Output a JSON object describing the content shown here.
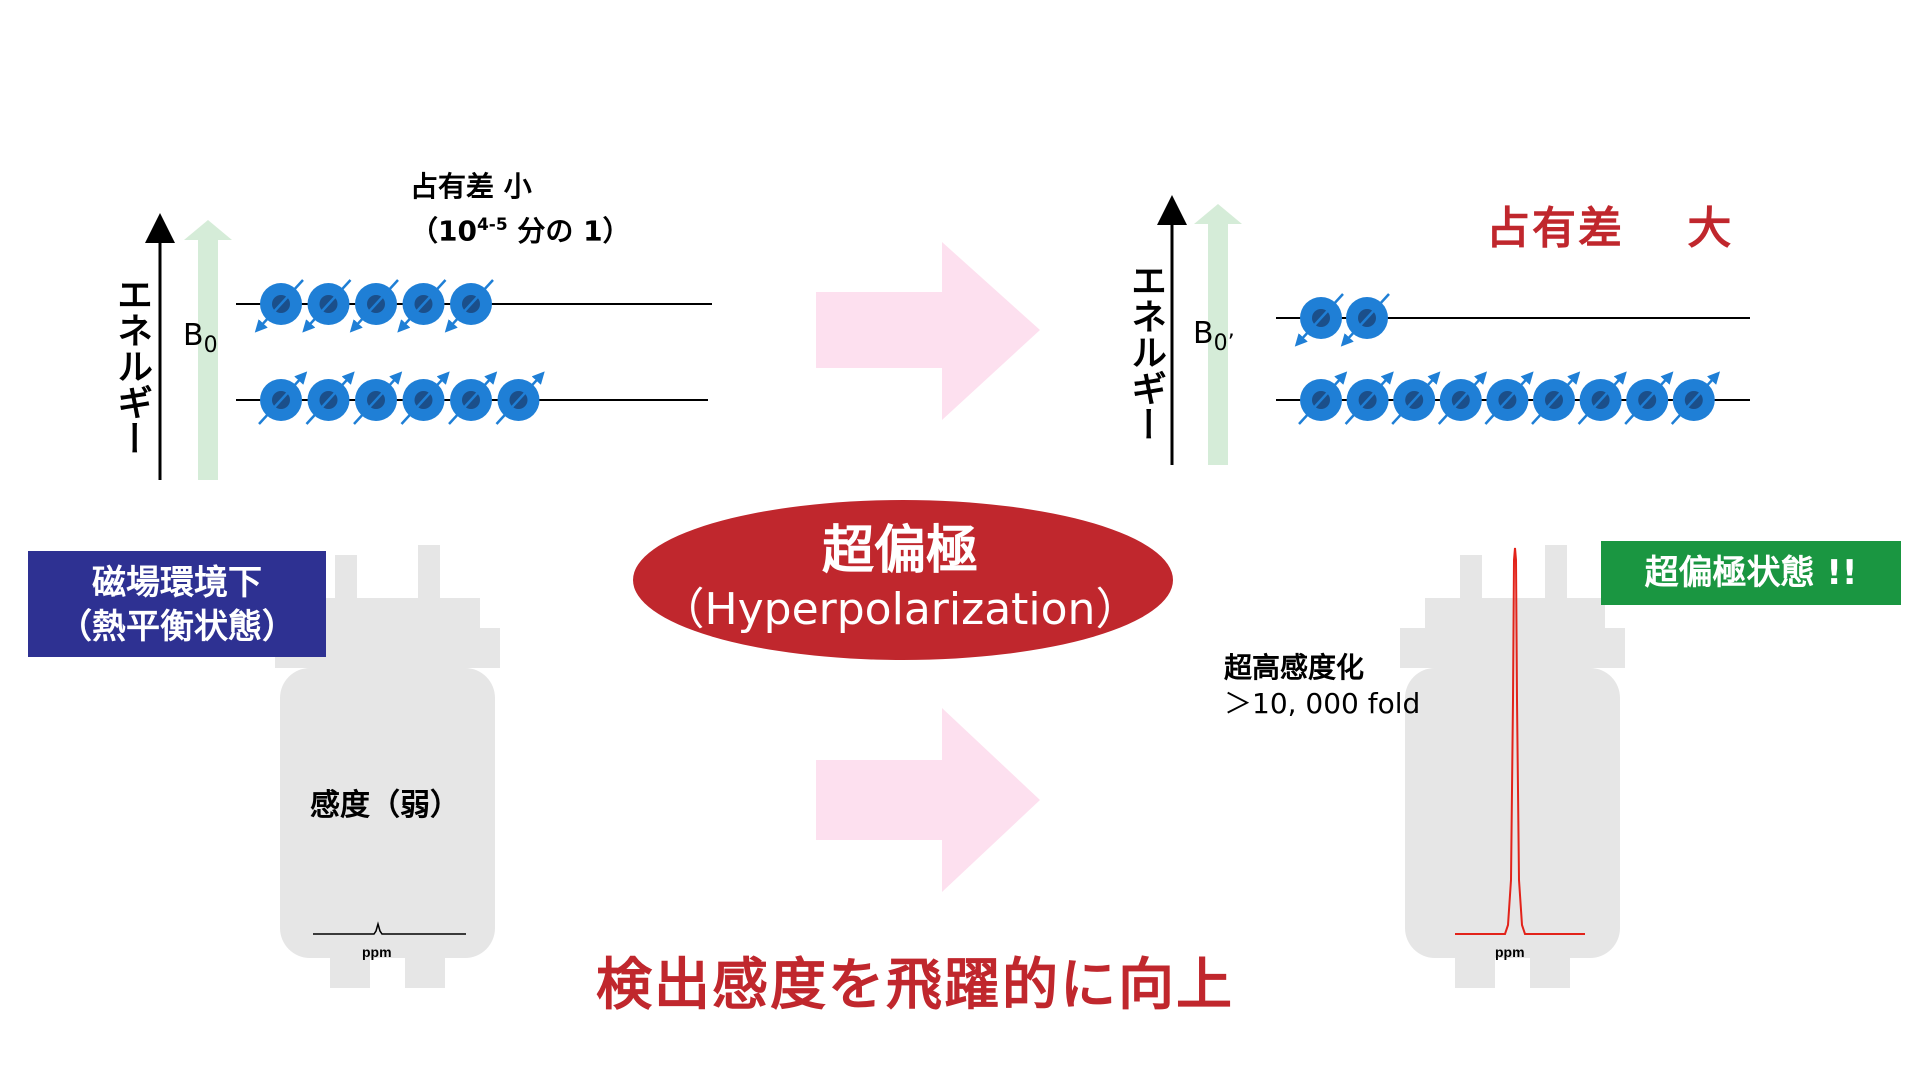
{
  "left_panel": {
    "occupancy_label": "占有差 小",
    "ratio_prefix": "（10",
    "ratio_exponent": "4-5",
    "ratio_suffix": " 分の 1）",
    "energy_axis_label": "エネルギー",
    "field_label": "B",
    "field_subscript": "0",
    "upper_level_spins": 5,
    "lower_level_spins": 6
  },
  "right_panel": {
    "occupancy_label": "占有差　 大",
    "energy_axis_label": "エネルギー",
    "field_label": "B",
    "field_subscript": "0’",
    "upper_level_spins": 2,
    "lower_level_spins": 9
  },
  "center": {
    "title": "超偏極",
    "subtitle": "（Hyperpolarization）"
  },
  "badges": {
    "thermal_line1": "磁場環境下",
    "thermal_line2": "（熱平衡状態）",
    "hyperpolarized": "超偏極状態 !!"
  },
  "spectra": {
    "left_sensitivity": "感度（弱）",
    "axis_label": "ppm",
    "right_sensitivity": "超高感度化",
    "right_fold": "＞10, 000 fold"
  },
  "bottom_message": "検出感度を飛躍的に向上",
  "colors": {
    "spin": "#1f7fd6",
    "spin_core": "#1b4f8a",
    "accent_red": "#c0272d",
    "arrow_pink": "#fde0ef",
    "field_arrow": "#d5ecd8",
    "badge_blue": "#2e3192",
    "badge_green": "#1a9641",
    "magnet_gray": "#e6e6e6"
  }
}
